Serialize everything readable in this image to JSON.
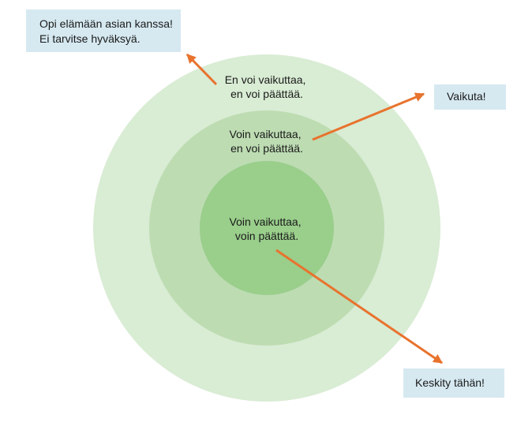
{
  "colors": {
    "outer_ring": "#d9ecd4",
    "middle_ring": "#bddcb2",
    "inner_circle": "#99ce8b",
    "arrow": "#e8732e",
    "box_bg": "#d6e9f1"
  },
  "rings": {
    "outer": {
      "line1": "En voi vaikuttaa,",
      "line2": "en voi päättää."
    },
    "middle": {
      "line1": "Voin vaikuttaa,",
      "line2": "en voi päättää."
    },
    "inner": {
      "line1": "Voin vaikuttaa,",
      "line2": "voin päättää."
    }
  },
  "boxes": {
    "accept": {
      "line1": "Opi elämään asian kanssa!",
      "line2": "Ei tarvitse hyväksyä."
    },
    "influence": {
      "line1": "Vaikuta!"
    },
    "focus": {
      "line1": "Keskity tähän!"
    }
  }
}
